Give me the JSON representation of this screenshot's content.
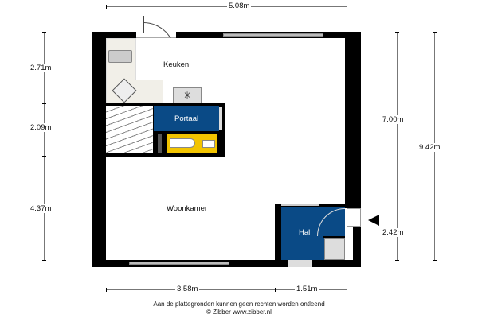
{
  "rooms": {
    "keuken": "Keuken",
    "portaal": "Portaal",
    "woonkamer": "Woonkamer",
    "hal": "Hal"
  },
  "dimensions": {
    "top": "5.08m",
    "left_1": "2.71m",
    "left_2": "2.09m",
    "left_3": "4.37m",
    "right_1": "7.00m",
    "right_2": "2.42m",
    "right_total": "9.42m",
    "bottom_1": "3.58m",
    "bottom_2": "1.51m"
  },
  "footer": {
    "disclaimer": "Aan de plattegronden kunnen geen rechten worden ontleend",
    "credit": "© Zibber www.zibber.nl"
  },
  "colors": {
    "blue": "#0a4a86",
    "yellow": "#f2c400",
    "wall": "#000000"
  }
}
